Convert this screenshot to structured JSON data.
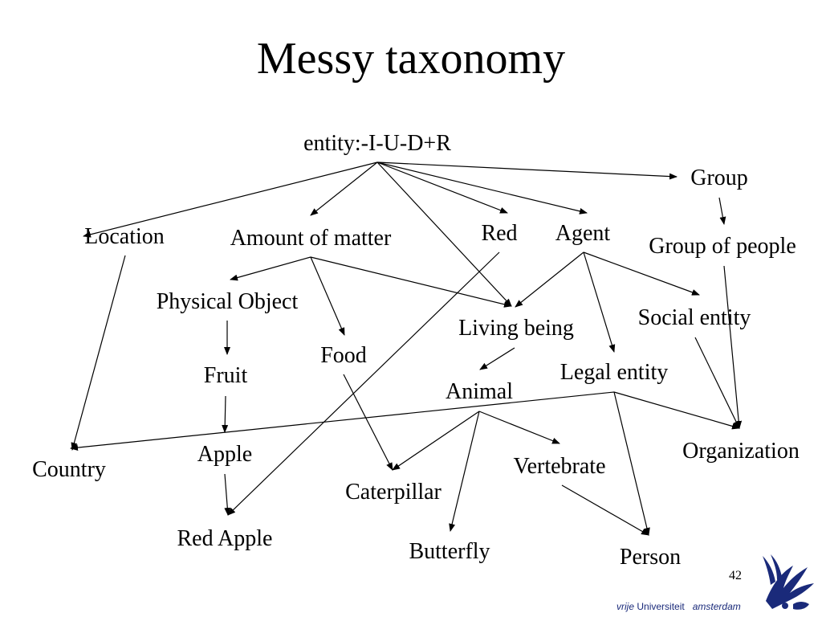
{
  "title": "Messy taxonomy",
  "nodes": {
    "entity": "entity:-I-U-D+R",
    "group": "Group",
    "location": "Location",
    "amount_of_matter": "Amount of matter",
    "red": "Red",
    "agent": "Agent",
    "group_of_people": "Group of people",
    "physical_object": "Physical Object",
    "living_being": "Living being",
    "social_entity": "Social entity",
    "food": "Food",
    "fruit": "Fruit",
    "legal_entity": "Legal entity",
    "animal": "Animal",
    "apple": "Apple",
    "organization": "Organization",
    "country": "Country",
    "vertebrate": "Vertebrate",
    "caterpillar": "Caterpillar",
    "red_apple": "Red Apple",
    "butterfly": "Butterfly",
    "person": "Person"
  },
  "edges": [
    [
      "entity",
      "location"
    ],
    [
      "entity",
      "amount_of_matter"
    ],
    [
      "entity",
      "red"
    ],
    [
      "entity",
      "agent"
    ],
    [
      "entity",
      "group"
    ],
    [
      "entity",
      "living_being"
    ],
    [
      "group",
      "group_of_people"
    ],
    [
      "location",
      "country"
    ],
    [
      "amount_of_matter",
      "physical_object"
    ],
    [
      "amount_of_matter",
      "food"
    ],
    [
      "amount_of_matter",
      "living_being"
    ],
    [
      "red",
      "red_apple"
    ],
    [
      "agent",
      "living_being"
    ],
    [
      "agent",
      "legal_entity"
    ],
    [
      "agent",
      "social_entity"
    ],
    [
      "group_of_people",
      "organization"
    ],
    [
      "social_entity",
      "organization"
    ],
    [
      "physical_object",
      "fruit"
    ],
    [
      "fruit",
      "apple"
    ],
    [
      "apple",
      "red_apple"
    ],
    [
      "food",
      "caterpillar"
    ],
    [
      "living_being",
      "animal"
    ],
    [
      "legal_entity",
      "organization"
    ],
    [
      "legal_entity",
      "country"
    ],
    [
      "legal_entity",
      "person"
    ],
    [
      "animal",
      "caterpillar"
    ],
    [
      "animal",
      "butterfly"
    ],
    [
      "animal",
      "vertebrate"
    ],
    [
      "vertebrate",
      "person"
    ]
  ],
  "page_number": "42",
  "footer": {
    "prefix": "vrije",
    "university": "Universiteit",
    "city": "amsterdam"
  }
}
